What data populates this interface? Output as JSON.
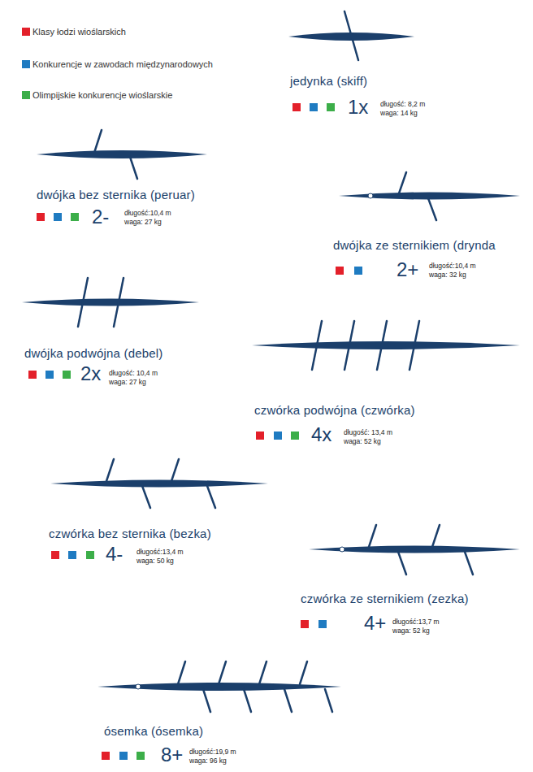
{
  "diagram": {
    "labels": [
      "jedynka (skiff)",
      "1x",
      "długość: 8,2 m",
      "waga: 14 kg",
      "dwójka bez sternika (peruar)",
      "2-",
      "długość:10,4 m",
      "waga: 27 kg",
      "dwójka ze sternikiem (drynda",
      "2+",
      "długość:10,4 m",
      "waga: 32 kg",
      "dwójka podwójna (debel)",
      "2x",
      "długość: 10,4 m",
      "waga: 27 kg",
      "czwórka podwójna (czwórka)",
      "4x",
      "długość: 13,4 m",
      "waga: 52 kg",
      "czwórka bez sternika (bezka)",
      "4-",
      "długość:13,4 m",
      "waga: 50 kg",
      "czwórka ze sternikiem (zezka)",
      "4+",
      "długość:13,7 m",
      "waga: 52 kg",
      "ósemka (ósemka)",
      "8+",
      "długość:19,9 m",
      "waga: 96 kg"
    ],
    "legend": [
      {
        "text": "Klasy łodzi wioślarskich",
        "color": "#e3202a"
      },
      {
        "text": "Konkurencje w zawodach międzynarodowych",
        "color": "#1f7bc1"
      },
      {
        "text": "Olimpijskie konkurencje wioślarskie",
        "color": "#3cae49"
      }
    ]
  }
}
